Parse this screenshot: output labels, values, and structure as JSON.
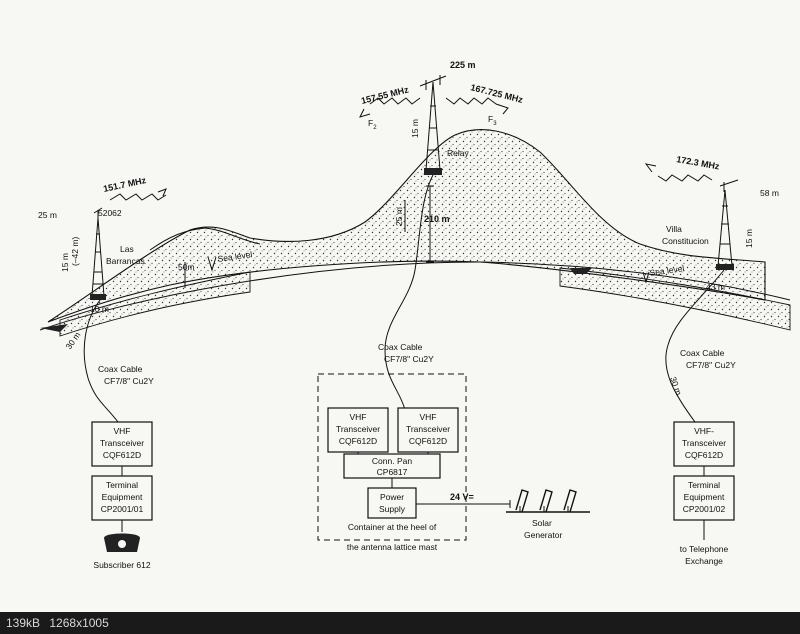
{
  "labels": {
    "freq_f2": "157.55 MHz",
    "freq_f3": "167.725 MHz",
    "height_relay": "225 m",
    "f2": "F",
    "f2_sub": "2",
    "f3": "F",
    "f3_sub": "3",
    "mast_relay_height": "15 m",
    "relay": "Relay",
    "relay_25m": "25 m",
    "relay_210m": "210 m",
    "freq_left": "151.7 MHz",
    "left_25m": "25 m",
    "left_id": "52062",
    "left_15m": "15 m",
    "left_42m": "(–42 m)",
    "las": "Las",
    "barrancas": "Barrancas",
    "fifty_m": "50m",
    "sea_level_left": "Sea level",
    "left_10m": "10 m",
    "left_30m": "30 m",
    "freq_right": "172.3 MHz",
    "right_58m": "58 m",
    "villa": "Villa",
    "constitucion": "Constitucion",
    "right_15m": "15 m",
    "sea_level_right": "Sea level",
    "right_43m": "43 m",
    "right_30m": "30 m",
    "coax_cable": "Coax Cable",
    "cable_type": "CF7/8\" Cu2Y",
    "vhf": "VHF",
    "vhf_right": "VHF-",
    "transceiver": "Transceiver",
    "cqf612d": "CQF612D",
    "terminal": "Terminal",
    "equipment": "Equipment",
    "cp2001_01": "CP2001/01",
    "cp2001_02": "CP2001/02",
    "subscriber": "Subscriber 612",
    "to_telephone": "to Telephone",
    "exchange": "Exchange",
    "conn_pan": "Conn. Pan",
    "cp6817": "CP6817",
    "power": "Power",
    "supply": "Supply",
    "voltage": "24 V=",
    "solar": "Solar",
    "generator": "Generator",
    "container_1": "Container at the heel of",
    "container_2": "the antenna lattice mast"
  },
  "footer": {
    "file_size": "139kB",
    "dimensions": "1268x1005"
  }
}
